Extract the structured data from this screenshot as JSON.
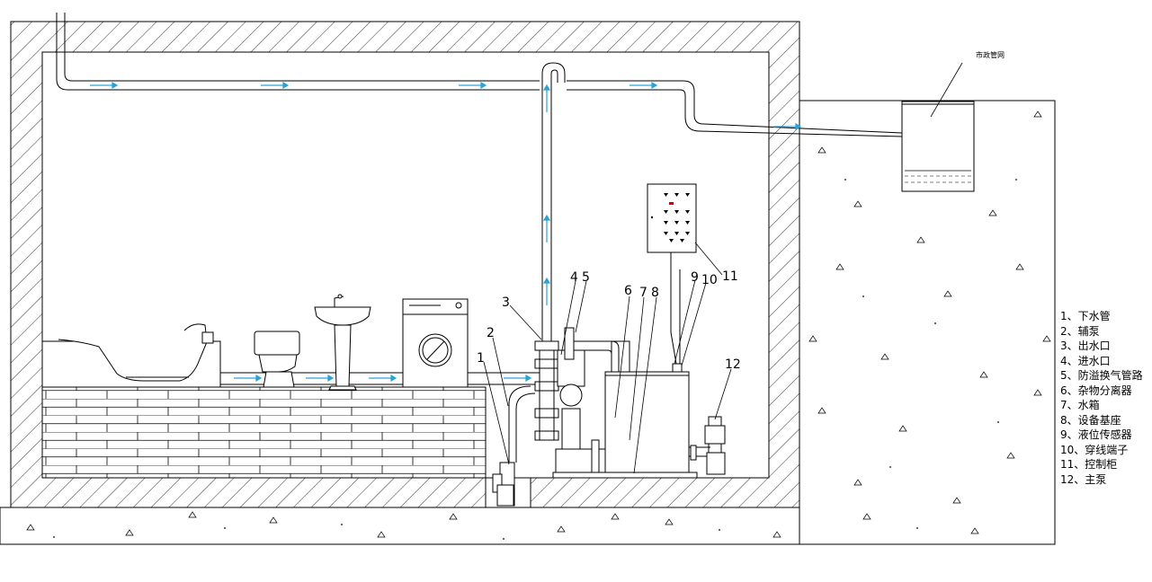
{
  "municipal_label": "市政管网",
  "callouts": {
    "c1": "1",
    "c2": "2",
    "c3": "3",
    "c4": "4",
    "c5": "5",
    "c6": "6",
    "c7": "7",
    "c8": "8",
    "c9": "9",
    "c10": "10",
    "c11": "11",
    "c12": "12"
  },
  "legend": [
    "1、下水管",
    "2、辅泵",
    "3、出水口",
    "4、进水口",
    "5、防溢换气管路",
    "6、杂物分离器",
    "7、水箱",
    "8、设备基座",
    "9、液位传感器",
    "10、穿线端子",
    "11、控制柜",
    "12、主泵"
  ],
  "colors": {
    "line": "#000000",
    "flow_arrow": "#29a3d6",
    "control_indicator": "#cc0000"
  },
  "icons": [
    "flow-arrow-icon",
    "toilet-icon",
    "washbasin-icon",
    "washing-machine-icon",
    "bathtub-icon",
    "pump-icon",
    "control-cabinet-icon"
  ]
}
